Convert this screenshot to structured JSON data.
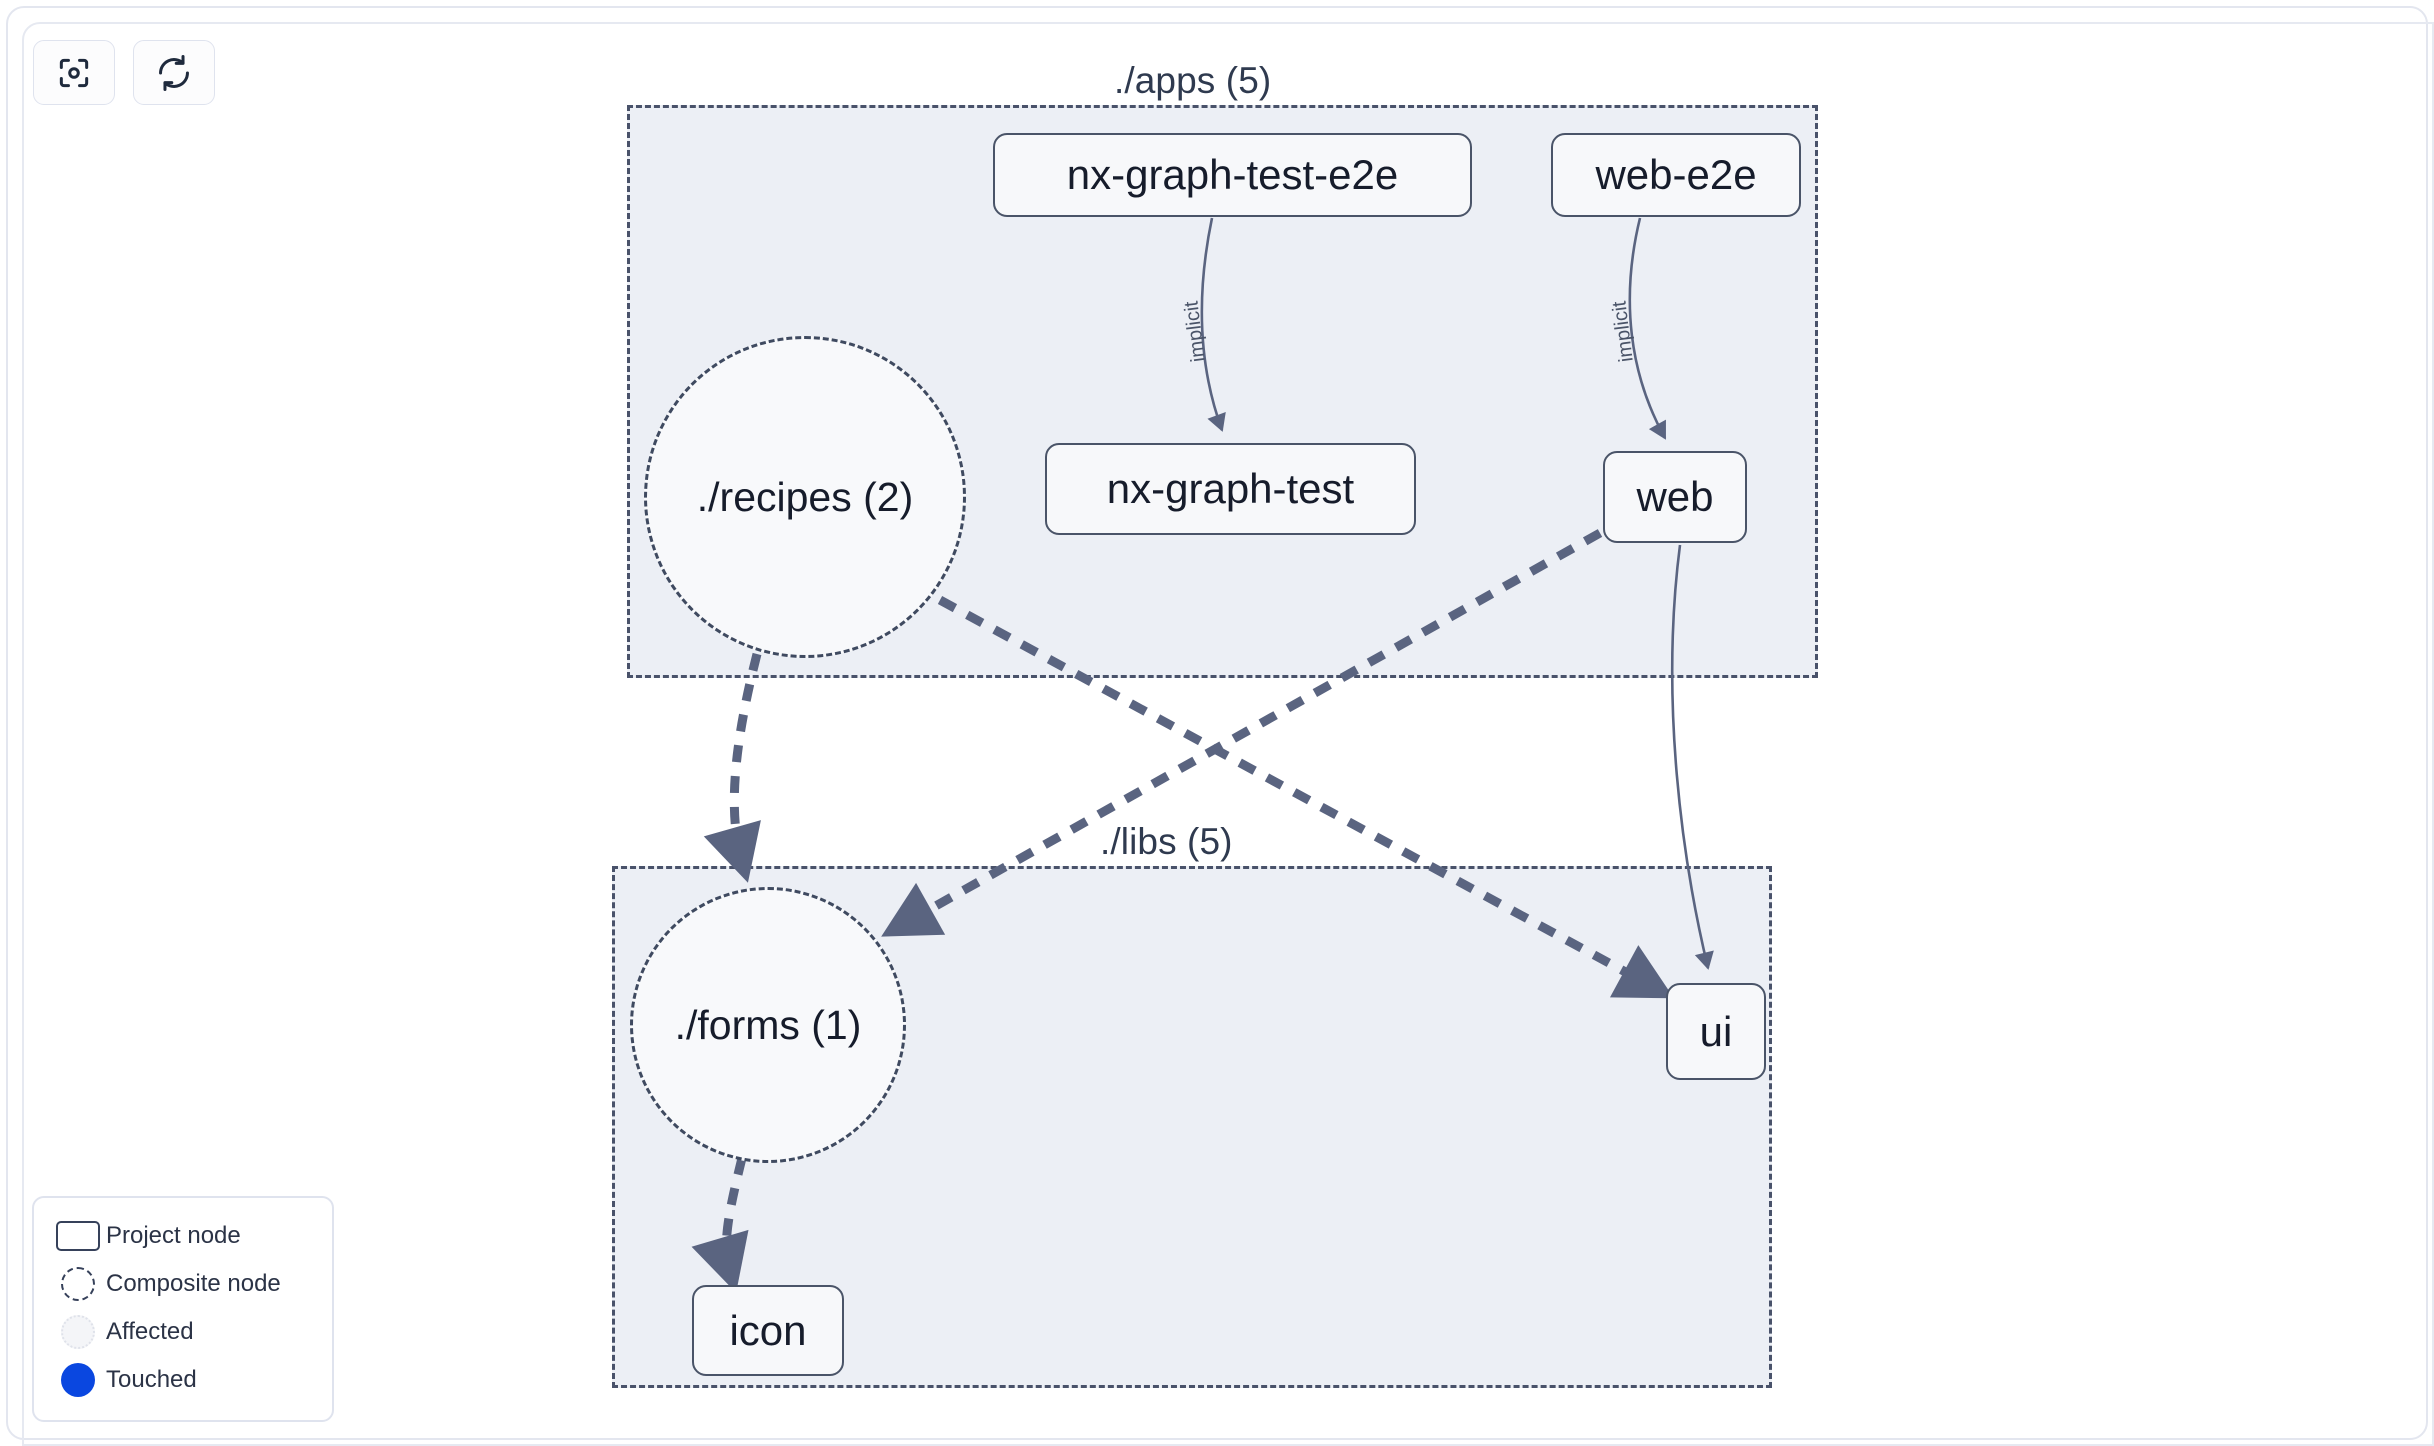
{
  "toolbar": {
    "buttons": [
      {
        "name": "focus-graph-button",
        "icon": "focus-target-icon",
        "label": ""
      },
      {
        "name": "refresh-graph-button",
        "icon": "refresh-icon",
        "label": ""
      }
    ]
  },
  "graph": {
    "groups": [
      {
        "id": "apps",
        "label": "./apps (5)",
        "count": 5
      },
      {
        "id": "libs",
        "label": "./libs (5)",
        "count": 5
      }
    ],
    "nodes": [
      {
        "id": "nx-graph-test-e2e",
        "label": "nx-graph-test-e2e",
        "type": "project",
        "group": "apps"
      },
      {
        "id": "web-e2e",
        "label": "web-e2e",
        "type": "project",
        "group": "apps"
      },
      {
        "id": "nx-graph-test",
        "label": "nx-graph-test",
        "type": "project",
        "group": "apps"
      },
      {
        "id": "web",
        "label": "web",
        "type": "project",
        "group": "apps"
      },
      {
        "id": "recipes",
        "label": "./recipes (2)",
        "type": "composite",
        "group": "apps",
        "count": 2
      },
      {
        "id": "forms",
        "label": "./forms (1)",
        "type": "composite",
        "group": "libs",
        "count": 1
      },
      {
        "id": "ui",
        "label": "ui",
        "type": "project",
        "group": "libs"
      },
      {
        "id": "icon",
        "label": "icon",
        "type": "project",
        "group": "libs"
      }
    ],
    "edges": [
      {
        "from": "nx-graph-test-e2e",
        "to": "nx-graph-test",
        "label": "implicit",
        "style": "solid"
      },
      {
        "from": "web-e2e",
        "to": "web",
        "label": "implicit",
        "style": "solid"
      },
      {
        "from": "web",
        "to": "ui",
        "label": "",
        "style": "solid"
      },
      {
        "from": "recipes",
        "to": "forms",
        "label": "",
        "style": "dashed"
      },
      {
        "from": "recipes",
        "to": "ui",
        "label": "",
        "style": "dashed"
      },
      {
        "from": "web",
        "to": "forms",
        "label": "",
        "style": "dashed"
      },
      {
        "from": "forms",
        "to": "icon",
        "label": "",
        "style": "dashed"
      }
    ]
  },
  "legend": {
    "items": [
      {
        "id": "project-node",
        "label": "Project node",
        "swatch": "rect-outline"
      },
      {
        "id": "composite-node",
        "label": "Composite node",
        "swatch": "dashed-circle"
      },
      {
        "id": "affected",
        "label": "Affected",
        "swatch": "dotted-circle"
      },
      {
        "id": "touched",
        "label": "Touched",
        "swatch": "filled-circle"
      }
    ]
  },
  "colors": {
    "group_fill": "#eceff5",
    "group_border": "#49526a",
    "node_fill": "#f7f8fa",
    "node_border": "#4a5468",
    "node_text": "#161c2b",
    "edge": "#5a6480",
    "touched": "#0a47e0",
    "panel_border": "#dfe3ee",
    "page_bg": "#ffffff"
  }
}
